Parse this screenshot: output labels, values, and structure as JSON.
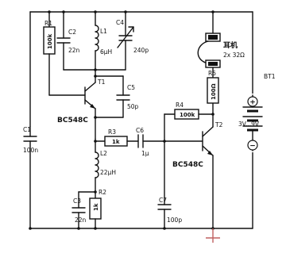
{
  "components": {
    "R1": {
      "name": "R1",
      "value": "100k"
    },
    "C2": {
      "name": "C2",
      "value": "22n"
    },
    "L1": {
      "name": "L1",
      "value": "6µH"
    },
    "C4": {
      "name": "C4",
      "value": "240p"
    },
    "T1": {
      "name": "T1",
      "part": "BC548C"
    },
    "C5": {
      "name": "C5",
      "value": "50p"
    },
    "C1": {
      "name": "C1",
      "value": "100n"
    },
    "R3": {
      "name": "R3",
      "value": "1k"
    },
    "C6": {
      "name": "C6",
      "value": "1µ"
    },
    "L2": {
      "name": "L2",
      "value": "22µH"
    },
    "R2": {
      "name": "R2",
      "value": "1k"
    },
    "C3": {
      "name": "C3",
      "value": "22n"
    },
    "R4": {
      "name": "R4",
      "value": "100k"
    },
    "T2": {
      "name": "T2",
      "part": "BC548C"
    },
    "C7": {
      "name": "C7",
      "value": "100p"
    },
    "R5": {
      "name": "R5",
      "value": "100Ω"
    },
    "earphone": {
      "name": "耳机",
      "value": "2x 32Ω"
    },
    "BT1": {
      "name": "BT1",
      "value": "3V...9V",
      "plus": "+",
      "minus": "−"
    }
  }
}
